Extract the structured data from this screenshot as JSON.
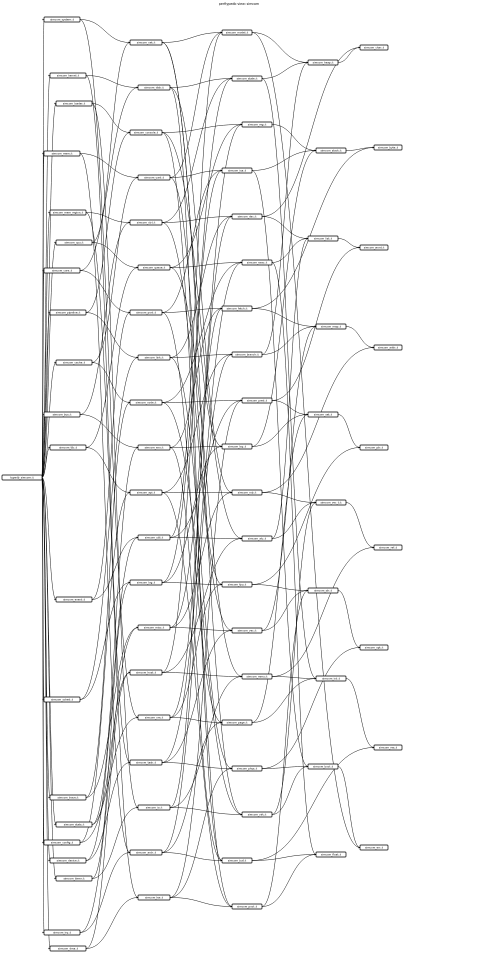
{
  "diagram": {
    "title": "perftypedb view: simcom",
    "nodes": [
      {
        "id": "root",
        "label": "typedb_simcom::t"
      },
      {
        "id": "c01",
        "label": "simcom_system::t"
      },
      {
        "id": "c02",
        "label": "simcom_kernel::t"
      },
      {
        "id": "c03",
        "label": "simcom_loader::t"
      },
      {
        "id": "c04",
        "label": "simcom_mem::t"
      },
      {
        "id": "c05",
        "label": "simcom_mem_region::t"
      },
      {
        "id": "c06",
        "label": "simcom_cpu::t"
      },
      {
        "id": "c07",
        "label": "simcom_core::t"
      },
      {
        "id": "c08",
        "label": "simcom_pipeline::t"
      },
      {
        "id": "c09",
        "label": "simcom_cache::t"
      },
      {
        "id": "c10",
        "label": "simcom_bus::t"
      },
      {
        "id": "c11",
        "label": "simcom_tlb::t"
      },
      {
        "id": "c12",
        "label": "simcom_event::t"
      },
      {
        "id": "c13",
        "label": "simcom_sched::t"
      },
      {
        "id": "c14",
        "label": "simcom_trace::t"
      },
      {
        "id": "c15",
        "label": "simcom_stats::t"
      },
      {
        "id": "c16",
        "label": "simcom_config::t"
      },
      {
        "id": "c17",
        "label": "simcom_device::t"
      },
      {
        "id": "c18",
        "label": "simcom_timer::t"
      },
      {
        "id": "c19",
        "label": "simcom_irq::t"
      },
      {
        "id": "c20",
        "label": "simcom_dma::t"
      },
      {
        "id": "c21",
        "label": "simcom_net::t"
      },
      {
        "id": "c22",
        "label": "simcom_disk::t"
      },
      {
        "id": "c23",
        "label": "simcom_console::t"
      },
      {
        "id": "c24",
        "label": "simcom_uart::t"
      },
      {
        "id": "c25",
        "label": "simcom_ctrl::t"
      },
      {
        "id": "c26",
        "label": "simcom_queue::t"
      },
      {
        "id": "c27",
        "label": "simcom_port::t"
      },
      {
        "id": "c28",
        "label": "simcom_link::t"
      },
      {
        "id": "c29",
        "label": "simcom_node::t"
      },
      {
        "id": "c30",
        "label": "simcom_env::t"
      },
      {
        "id": "c31",
        "label": "simcom_api::t"
      },
      {
        "id": "c32",
        "label": "simcom_util::t"
      },
      {
        "id": "c33",
        "label": "simcom_log::t"
      },
      {
        "id": "c34",
        "label": "simcom_misc::t"
      },
      {
        "id": "c35",
        "label": "simcom_host::t"
      },
      {
        "id": "c36",
        "label": "simcom_vm::t"
      },
      {
        "id": "c37",
        "label": "simcom_task::t"
      },
      {
        "id": "c38",
        "label": "simcom_io::t"
      },
      {
        "id": "c39",
        "label": "simcom_arch::t"
      },
      {
        "id": "c40",
        "label": "simcom_hw::t"
      },
      {
        "id": "c41",
        "label": "simcom_model::t"
      },
      {
        "id": "c42",
        "label": "simcom_state::t"
      },
      {
        "id": "c43",
        "label": "simcom_reg::t"
      },
      {
        "id": "c44",
        "label": "simcom_isa::t"
      },
      {
        "id": "c45",
        "label": "simcom_dec::t"
      },
      {
        "id": "c46",
        "label": "simcom_exec::t"
      },
      {
        "id": "c47",
        "label": "simcom_fetch::t"
      },
      {
        "id": "c48",
        "label": "simcom_branch::t"
      },
      {
        "id": "c49",
        "label": "simcom_pred::t"
      },
      {
        "id": "c50",
        "label": "simcom_lsq::t"
      },
      {
        "id": "c51",
        "label": "simcom_rob::t"
      },
      {
        "id": "c52",
        "label": "simcom_alu::t"
      },
      {
        "id": "c53",
        "label": "simcom_fpu::t"
      },
      {
        "id": "c54",
        "label": "simcom_vec::t"
      },
      {
        "id": "c55",
        "label": "simcom_mmu::t"
      },
      {
        "id": "c56",
        "label": "simcom_page::t"
      },
      {
        "id": "c57",
        "label": "simcom_phys::t"
      },
      {
        "id": "c58",
        "label": "simcom_virt::t"
      },
      {
        "id": "c59",
        "label": "simcom_buf::t"
      },
      {
        "id": "c60",
        "label": "simcom_pool::t"
      },
      {
        "id": "c61",
        "label": "simcom_heap::t"
      },
      {
        "id": "c62",
        "label": "simcom_stack::t"
      },
      {
        "id": "c63",
        "label": "simcom_list::t"
      },
      {
        "id": "c64",
        "label": "simcom_map::t"
      },
      {
        "id": "c65",
        "label": "simcom_set::t"
      },
      {
        "id": "c66",
        "label": "simcom_vec_t::t"
      },
      {
        "id": "c67",
        "label": "simcom_str::t"
      },
      {
        "id": "c68",
        "label": "simcom_int::t"
      },
      {
        "id": "c69",
        "label": "simcom_bool::t"
      },
      {
        "id": "c70",
        "label": "simcom_float::t"
      },
      {
        "id": "c71",
        "label": "simcom_char::t"
      },
      {
        "id": "c72",
        "label": "simcom_byte::t"
      },
      {
        "id": "c73",
        "label": "simcom_word::t"
      },
      {
        "id": "c74",
        "label": "simcom_addr::t"
      },
      {
        "id": "c75",
        "label": "simcom_ptr::t"
      },
      {
        "id": "c76",
        "label": "simcom_ref::t"
      },
      {
        "id": "c77",
        "label": "simcom_opt::t"
      },
      {
        "id": "c78",
        "label": "simcom_res::t"
      },
      {
        "id": "c79",
        "label": "simcom_err::t"
      }
    ]
  }
}
